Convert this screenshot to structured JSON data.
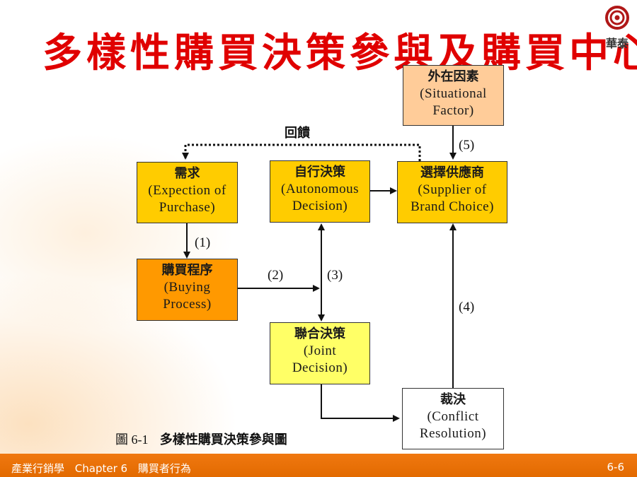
{
  "title": "多樣性購買決策參與及購買中心",
  "logo": {
    "text": "華泰"
  },
  "boxes": {
    "situational": {
      "zh": "外在因素",
      "en1": "(Situational",
      "en2": "Factor)"
    },
    "expection": {
      "zh": "需求",
      "en1": "(Expection of",
      "en2": "Purchase)"
    },
    "autonomous": {
      "zh": "自行決策",
      "en1": "(Autonomous",
      "en2": "Decision)"
    },
    "supplier": {
      "zh": "選擇供應商",
      "en1": "(Supplier of",
      "en2": "Brand Choice)"
    },
    "buying": {
      "zh": "購買程序",
      "en1": "(Buying",
      "en2": "Process)"
    },
    "joint": {
      "zh": "聯合決策",
      "en1": "(Joint",
      "en2": "Decision)"
    },
    "conflict": {
      "zh": "裁決",
      "en1": "(Conflict",
      "en2": "Resolution)"
    }
  },
  "labels": {
    "feedback": "回饋",
    "l1": "(1)",
    "l2": "(2)",
    "l3": "(3)",
    "l4": "(4)",
    "l5": "(5)"
  },
  "caption": {
    "fig": "圖 6-1",
    "text": "多樣性購買決策參與圖"
  },
  "footer": {
    "course": "產業行銷學",
    "chapter": "Chapter 6",
    "topic": "購買者行為",
    "page": "6-6"
  },
  "colors": {
    "title": "#e00000",
    "box_gold": "#ffcc00",
    "box_peach": "#ffcc99",
    "box_orange": "#ff9900",
    "box_yellow": "#ffff66",
    "box_white": "#ffffff",
    "footer": "#e87000"
  }
}
